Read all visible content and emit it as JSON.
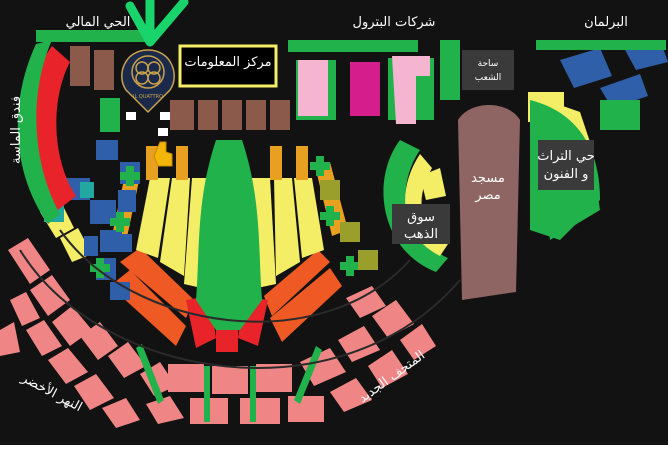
{
  "map": {
    "labels": {
      "financial_district": "الحي المالي",
      "petroleum_companies": "شركات البترول",
      "parliament": "البرلمان",
      "diamond_hotel": "فندق الماسة",
      "info_center": "مركز المعلومات",
      "people_square_1": "ساحة",
      "people_square_2": "الشعب",
      "egypt_mosque_1": "مسجد",
      "egypt_mosque_2": "مصر",
      "heritage_1": "حي التراث",
      "heritage_2": "و الفنون",
      "gold_market_1": "سوق",
      "gold_market_2": "الذهب",
      "green_river": "النهر الأخضر",
      "new_museum": "المتحف الجديد",
      "logo_text": "IL QUATTRO"
    },
    "colors": {
      "background": "#121212",
      "green": "#21b24b",
      "red": "#e8232a",
      "yellow": "#f3ee66",
      "orange": "#ef5a24",
      "pink": "#f08585",
      "blue": "#2f5fa8",
      "brown": "#8c5a4a",
      "mauve": "#8f6563",
      "marker_green": "#19d46a"
    },
    "icons": [
      "location-pin-icon",
      "pointing-hand-icon",
      "down-arrow-icon"
    ]
  }
}
